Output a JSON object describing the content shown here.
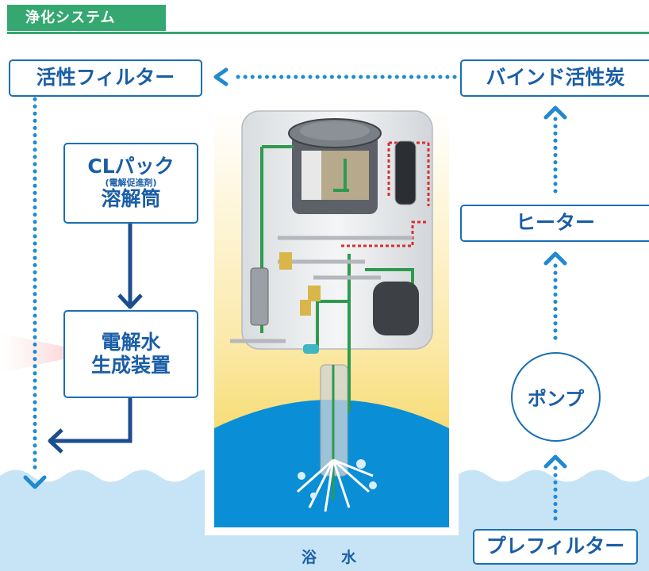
{
  "section_tag": "浄化システム",
  "boxes": {
    "active_filter": "活性フィルター",
    "bind_carbon": "バインド活性炭",
    "cl_pack_line1": "CLパック",
    "cl_pack_line2": "(電解促進剤)",
    "cl_pack_line3": "溶解筒",
    "electrolyzer_line1": "電解水",
    "electrolyzer_line2": "生成装置",
    "heater": "ヒーター",
    "pump": "ポンプ",
    "pre_filter": "プレフィルター"
  },
  "bath_label": "浴　水",
  "colors": {
    "tag_green": "#34a870",
    "box_blue": "#1b6fb3",
    "dotted_blue": "#1f8ad1",
    "arrow_navy": "#1b4e8f",
    "water_light": "#c7e4f6",
    "water_dark": "#0a8ed6",
    "glow_yellow": "#f6d24a"
  },
  "icons": [
    "machine-illustration",
    "up-chevron-icon",
    "down-chevron-icon",
    "left-chevron-icon",
    "navy-down-arrow-icon",
    "navy-left-arrow-icon"
  ]
}
